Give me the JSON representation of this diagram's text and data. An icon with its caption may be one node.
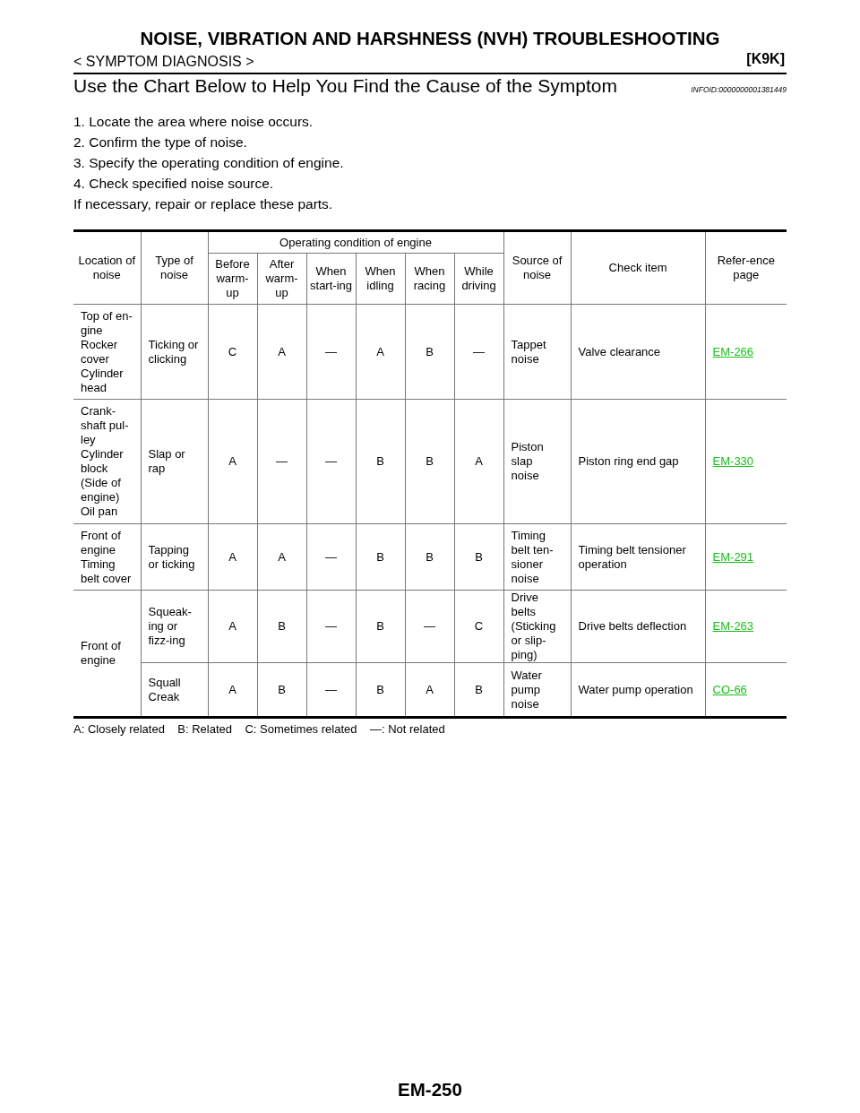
{
  "diagram": {
    "title": "NOISE, VIBRATION AND HARSHNESS (NVH) TROUBLESHOOTING",
    "labels": [
      "< SYMPTOM DIAGNOSIS >",
      "[K9K]",
      "Use the Chart Below to Help You Find the Cause of the Symptom",
      "INFOID:0000000001381449",
      "1. Locate the area where noise occurs.",
      "2. Confirm the type of noise.",
      "3. Specify the operating condition of engine.",
      "4. Check specified noise source.",
      "If necessary, repair or replace these parts.",
      "Location of noise",
      "Type of noise",
      "Operating condition of engine",
      "Source of noise",
      "Check item",
      "Refer-ence page",
      "Before warm-up",
      "After warm-up",
      "When start-ing",
      "When idling",
      "When racing",
      "While driving",
      "Top of en-gine Rocker cover Cylinder head",
      "Ticking or clicking",
      "C",
      "A",
      "—",
      "A",
      "B",
      "—",
      "Tappet noise",
      "Valve clearance",
      "EM-266",
      "Crank-shaft pul-ley Cylinder block (Side of engine) Oil pan",
      "Slap or rap",
      "A",
      "—",
      "—",
      "B",
      "B",
      "A",
      "Piston slap noise",
      "Piston ring end gap",
      "EM-330",
      "Front of engine Timing belt cover",
      "Tapping or ticking",
      "A",
      "A",
      "—",
      "B",
      "B",
      "B",
      "Timing belt ten-sioner noise",
      "Timing belt tensioner operation",
      "EM-291",
      "Front of engine",
      "Squeak-ing or fizz-ing",
      "A",
      "B",
      "—",
      "B",
      "—",
      "C",
      "Drive belts (Sticking or slip-ping)",
      "Drive belts deflection",
      "EM-263",
      "Squall Creak",
      "A",
      "B",
      "—",
      "B",
      "A",
      "B",
      "Water pump noise",
      "Water pump operation",
      "CO-66",
      "A: Closely related    B: Related    C: Sometimes related    —: Not related",
      "EM-250"
    ]
  }
}
